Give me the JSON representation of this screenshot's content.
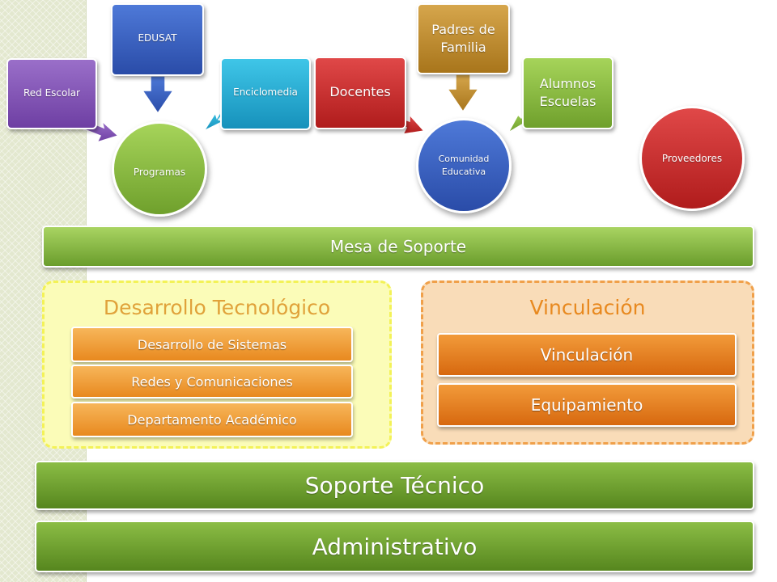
{
  "top": {
    "red_escolar": "Red Escolar",
    "edusat": "EDUSAT",
    "enciclomedia": "Enciclomedia",
    "programas": "Programas",
    "docentes": "Docentes",
    "padres": "Padres de Familia",
    "alumnos": "Alumnos Escuelas",
    "comunidad": "Comunidad Educativa",
    "proveedores": "Proveedores"
  },
  "mesa": "Mesa de Soporte",
  "desarrollo": {
    "title": "Desarrollo Tecnológico",
    "items": [
      "Desarrollo de Sistemas",
      "Redes y Comunicaciones",
      "Departamento Académico"
    ]
  },
  "vinculacion": {
    "title": "Vinculación",
    "items": [
      "Vinculación",
      "Equipamiento"
    ]
  },
  "soporte": "Soporte Técnico",
  "administrativo": "Administrativo",
  "colors": {
    "green": "#7aae36",
    "purple": "#7b4cb2",
    "blue": "#2f55b5",
    "cyan": "#1fa7d3",
    "red": "#c92a2a",
    "gold": "#b9862a",
    "orange": "#e8891f",
    "panel_yellow": "#fbfcb8",
    "panel_orange": "#f9dcb8"
  }
}
